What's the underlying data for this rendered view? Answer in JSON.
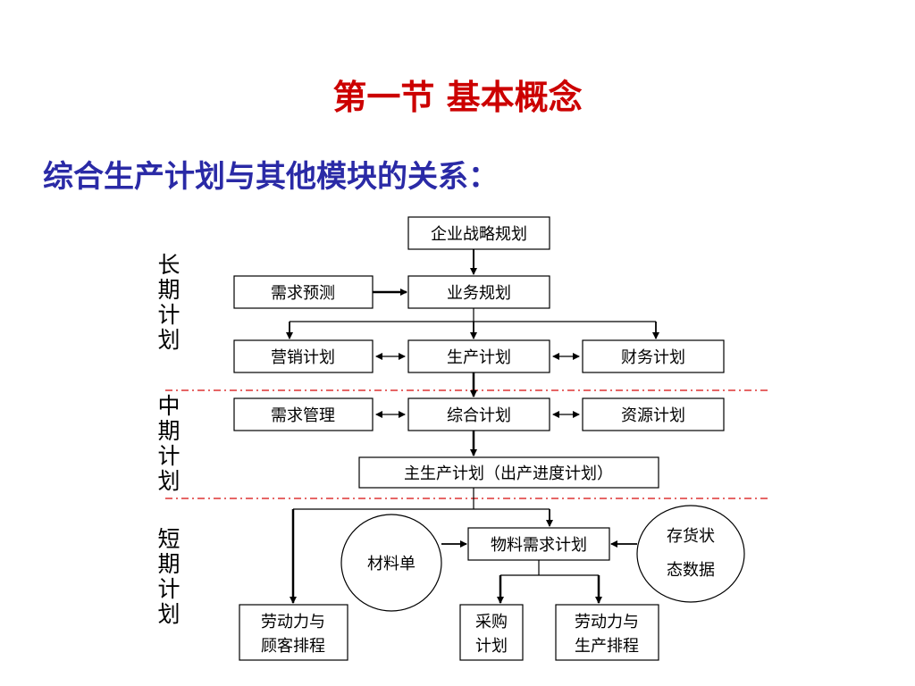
{
  "title": "第一节 基本概念",
  "subtitle": "综合生产计划与其他模块的关系：",
  "colors": {
    "title": "#cc0000",
    "subtitle": "#2a2aa6",
    "divider": "#dd3333",
    "box_border": "#000000"
  },
  "phases": {
    "long": [
      "长",
      "期",
      "计",
      "划"
    ],
    "mid": [
      "中",
      "期",
      "计",
      "划"
    ],
    "short": [
      "短",
      "期",
      "计",
      "划"
    ]
  },
  "boxes": {
    "strategy": "企业战略规划",
    "demand_forecast": "需求预测",
    "business_plan": "业务规划",
    "marketing_plan": "营销计划",
    "production_plan": "生产计划",
    "finance_plan": "财务计划",
    "demand_mgmt": "需求管理",
    "aggregate_plan": "综合计划",
    "resource_plan": "资源计划",
    "mps": "主生产计划（出产进度计划）",
    "mrp": "物料需求计划",
    "bom": "材料单",
    "inventory": [
      "存货状",
      "态数据"
    ],
    "labor_customer": [
      "劳动力与",
      "顾客排程"
    ],
    "purchase": [
      "采购",
      "计划"
    ],
    "labor_production": [
      "劳动力与",
      "生产排程"
    ]
  }
}
